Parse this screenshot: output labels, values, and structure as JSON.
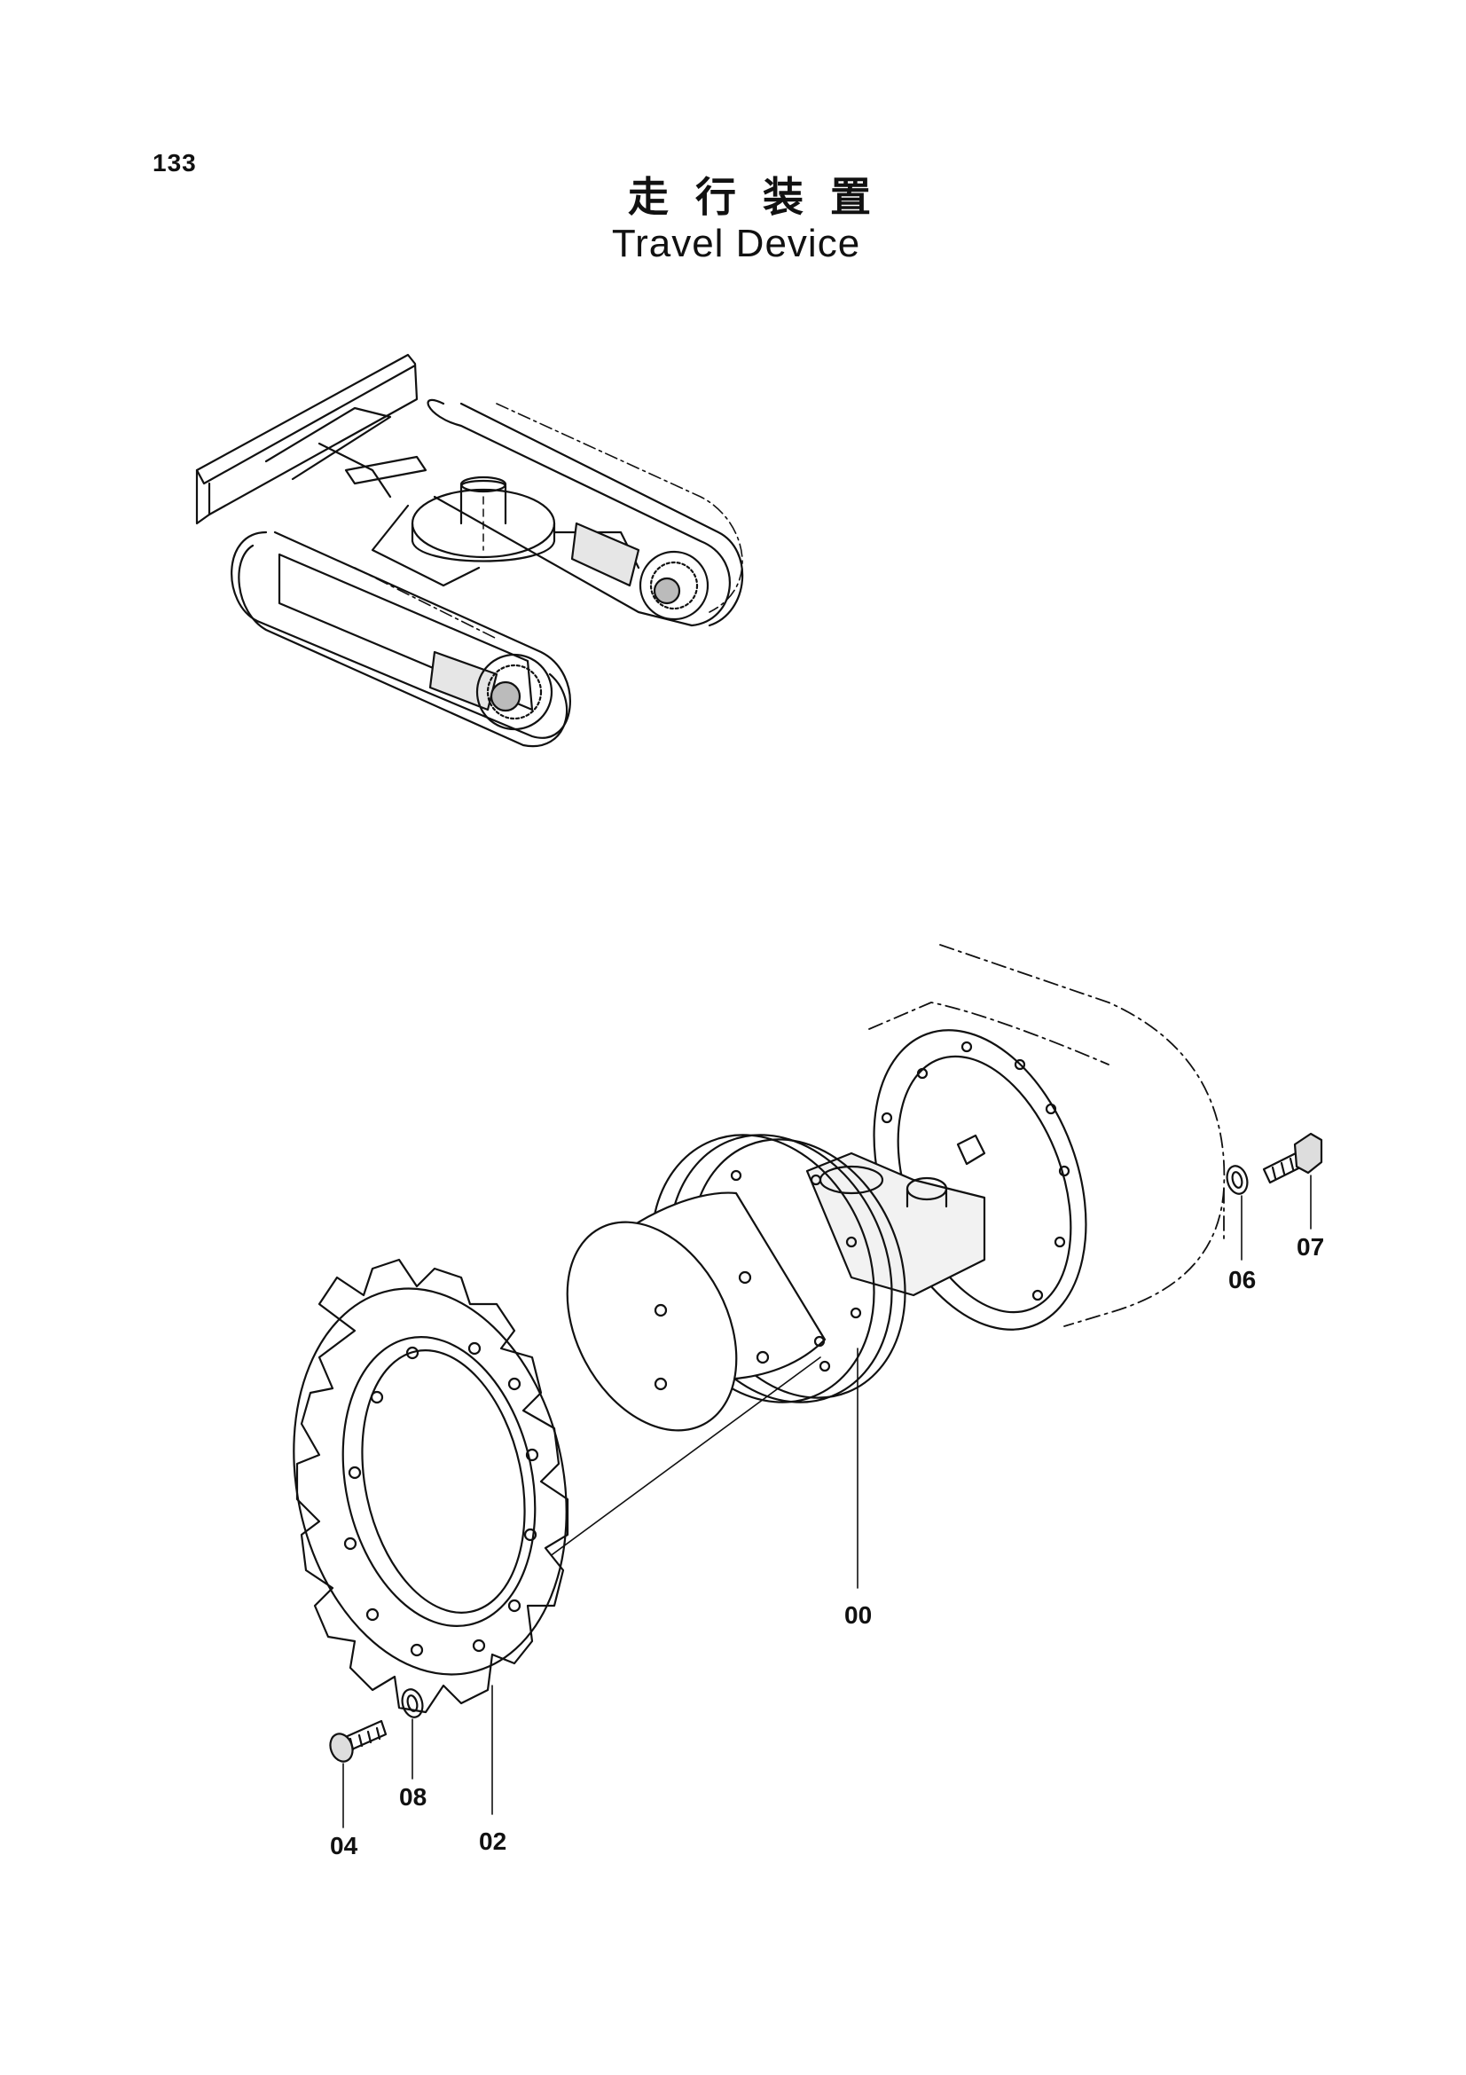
{
  "page": {
    "number": "133",
    "title_jp": "走行装置",
    "title_en": "Travel Device"
  },
  "callouts": {
    "c00": "00",
    "c02": "02",
    "c04": "04",
    "c06": "06",
    "c07": "07",
    "c08": "08"
  }
}
